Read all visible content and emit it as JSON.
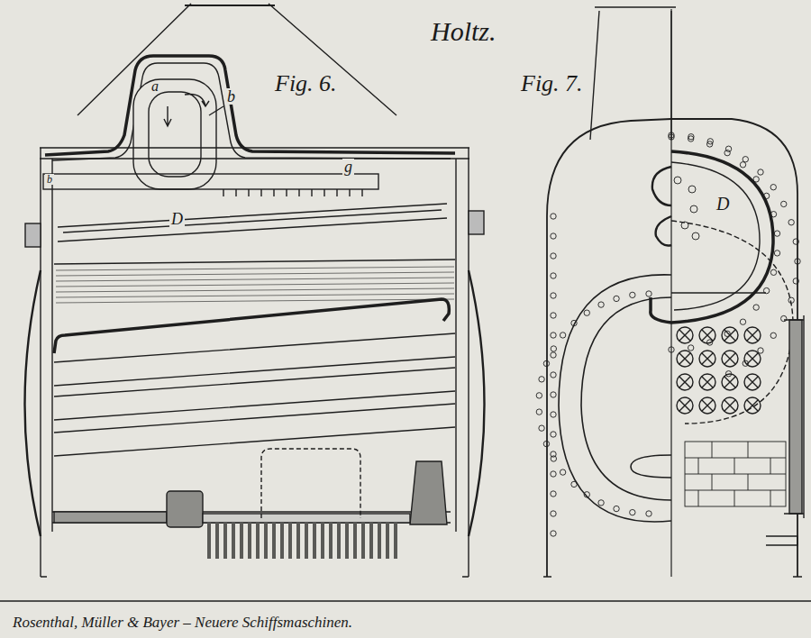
{
  "diagram": {
    "title": "Holtz.",
    "caption": "Rosenthal, Müller & Bayer – Neuere Schiffsmaschinen.",
    "labels": [
      "Fig. 6.",
      "Fig. 7.",
      "a",
      "b",
      "b",
      "g",
      "D",
      "D"
    ]
  }
}
